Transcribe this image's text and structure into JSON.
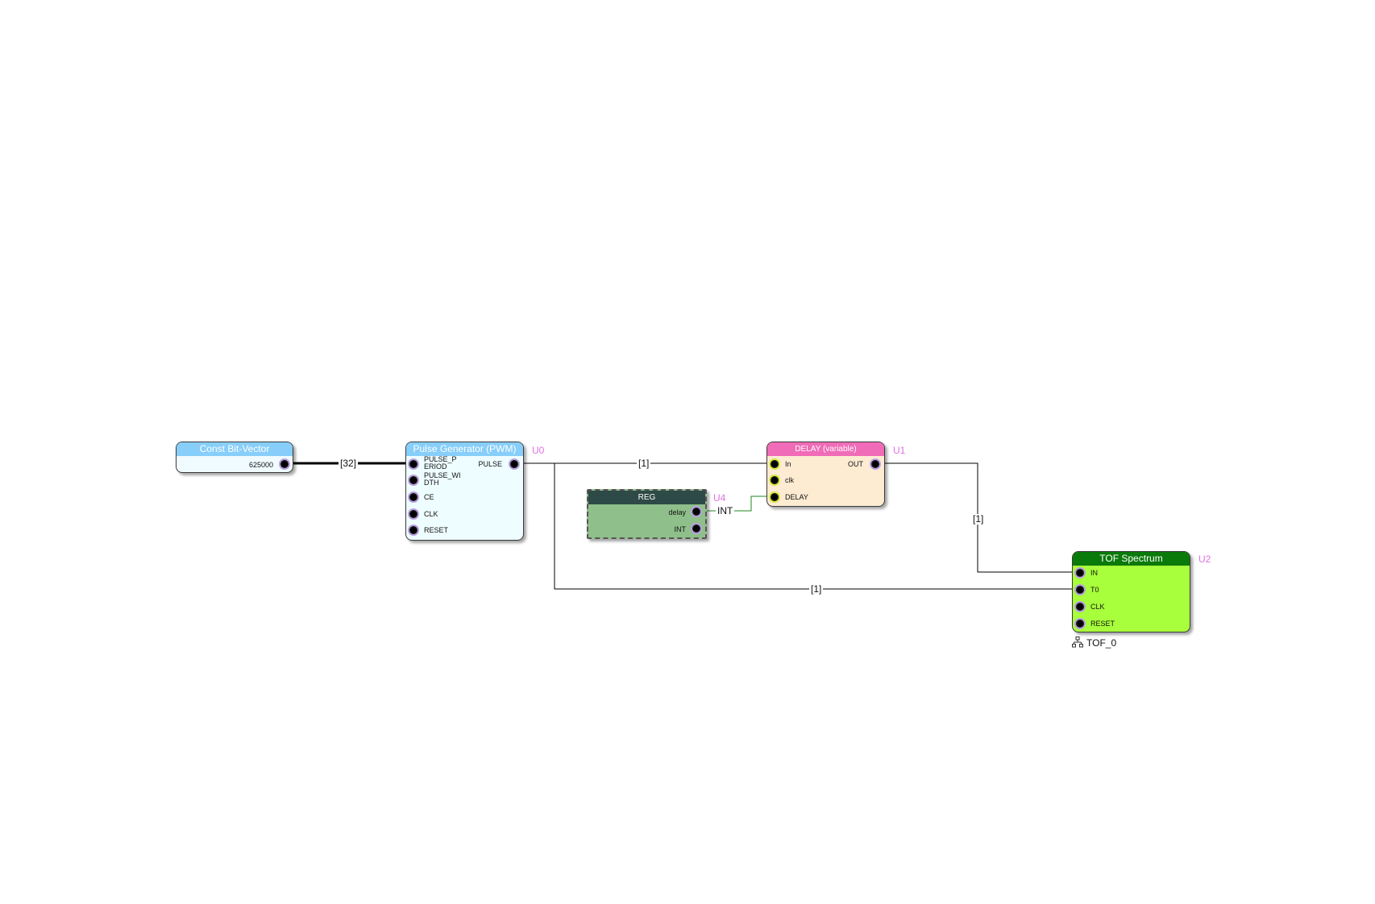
{
  "canvas": {
    "background": "#ffffff"
  },
  "blocks": {
    "const": {
      "title": "Const Bit-Vector",
      "title_color": "#87cefa",
      "body_color": "#f0fbff",
      "ports": {
        "value": "625000"
      }
    },
    "pulse": {
      "title": "Pulse Generator (PWM)",
      "instance": "U0",
      "title_color": "#87cefa",
      "body_color": "#eefdff",
      "ports": {
        "period": "PULSE_P ERIOD",
        "period_l1": "PULSE_P",
        "period_l2": "ERIOD",
        "width_l1": "PULSE_WI",
        "width_l2": "DTH",
        "ce": "CE",
        "clk": "CLK",
        "reset": "RESET",
        "pulse": "PULSE"
      }
    },
    "delay": {
      "title": "DELAY (variable)",
      "instance": "U1",
      "title_color": "#f06cb8",
      "body_color": "#fdebd2",
      "ports": {
        "in": "In",
        "clk": "clk",
        "delay": "DELAY",
        "out": "OUT"
      }
    },
    "reg": {
      "title": "REG",
      "instance": "U4",
      "title_color": "#2e4a46",
      "body_color": "#8fbf8b",
      "ports": {
        "delay": "delay",
        "int": "INT"
      }
    },
    "tof": {
      "title": "TOF Spectrum",
      "instance": "U2",
      "title_color": "#0a7a0a",
      "body_color": "#a8ff3c",
      "ports": {
        "in": "IN",
        "t0": "T0",
        "clk": "CLK",
        "reset": "RESET"
      },
      "hier_name": "TOF_0"
    }
  },
  "wires": {
    "bus32": "[32]",
    "pulse_to_delay": "[1]",
    "delay_to_tof": "[1]",
    "pulse_to_tof": "[1]",
    "reg_to_delay": "INT"
  }
}
